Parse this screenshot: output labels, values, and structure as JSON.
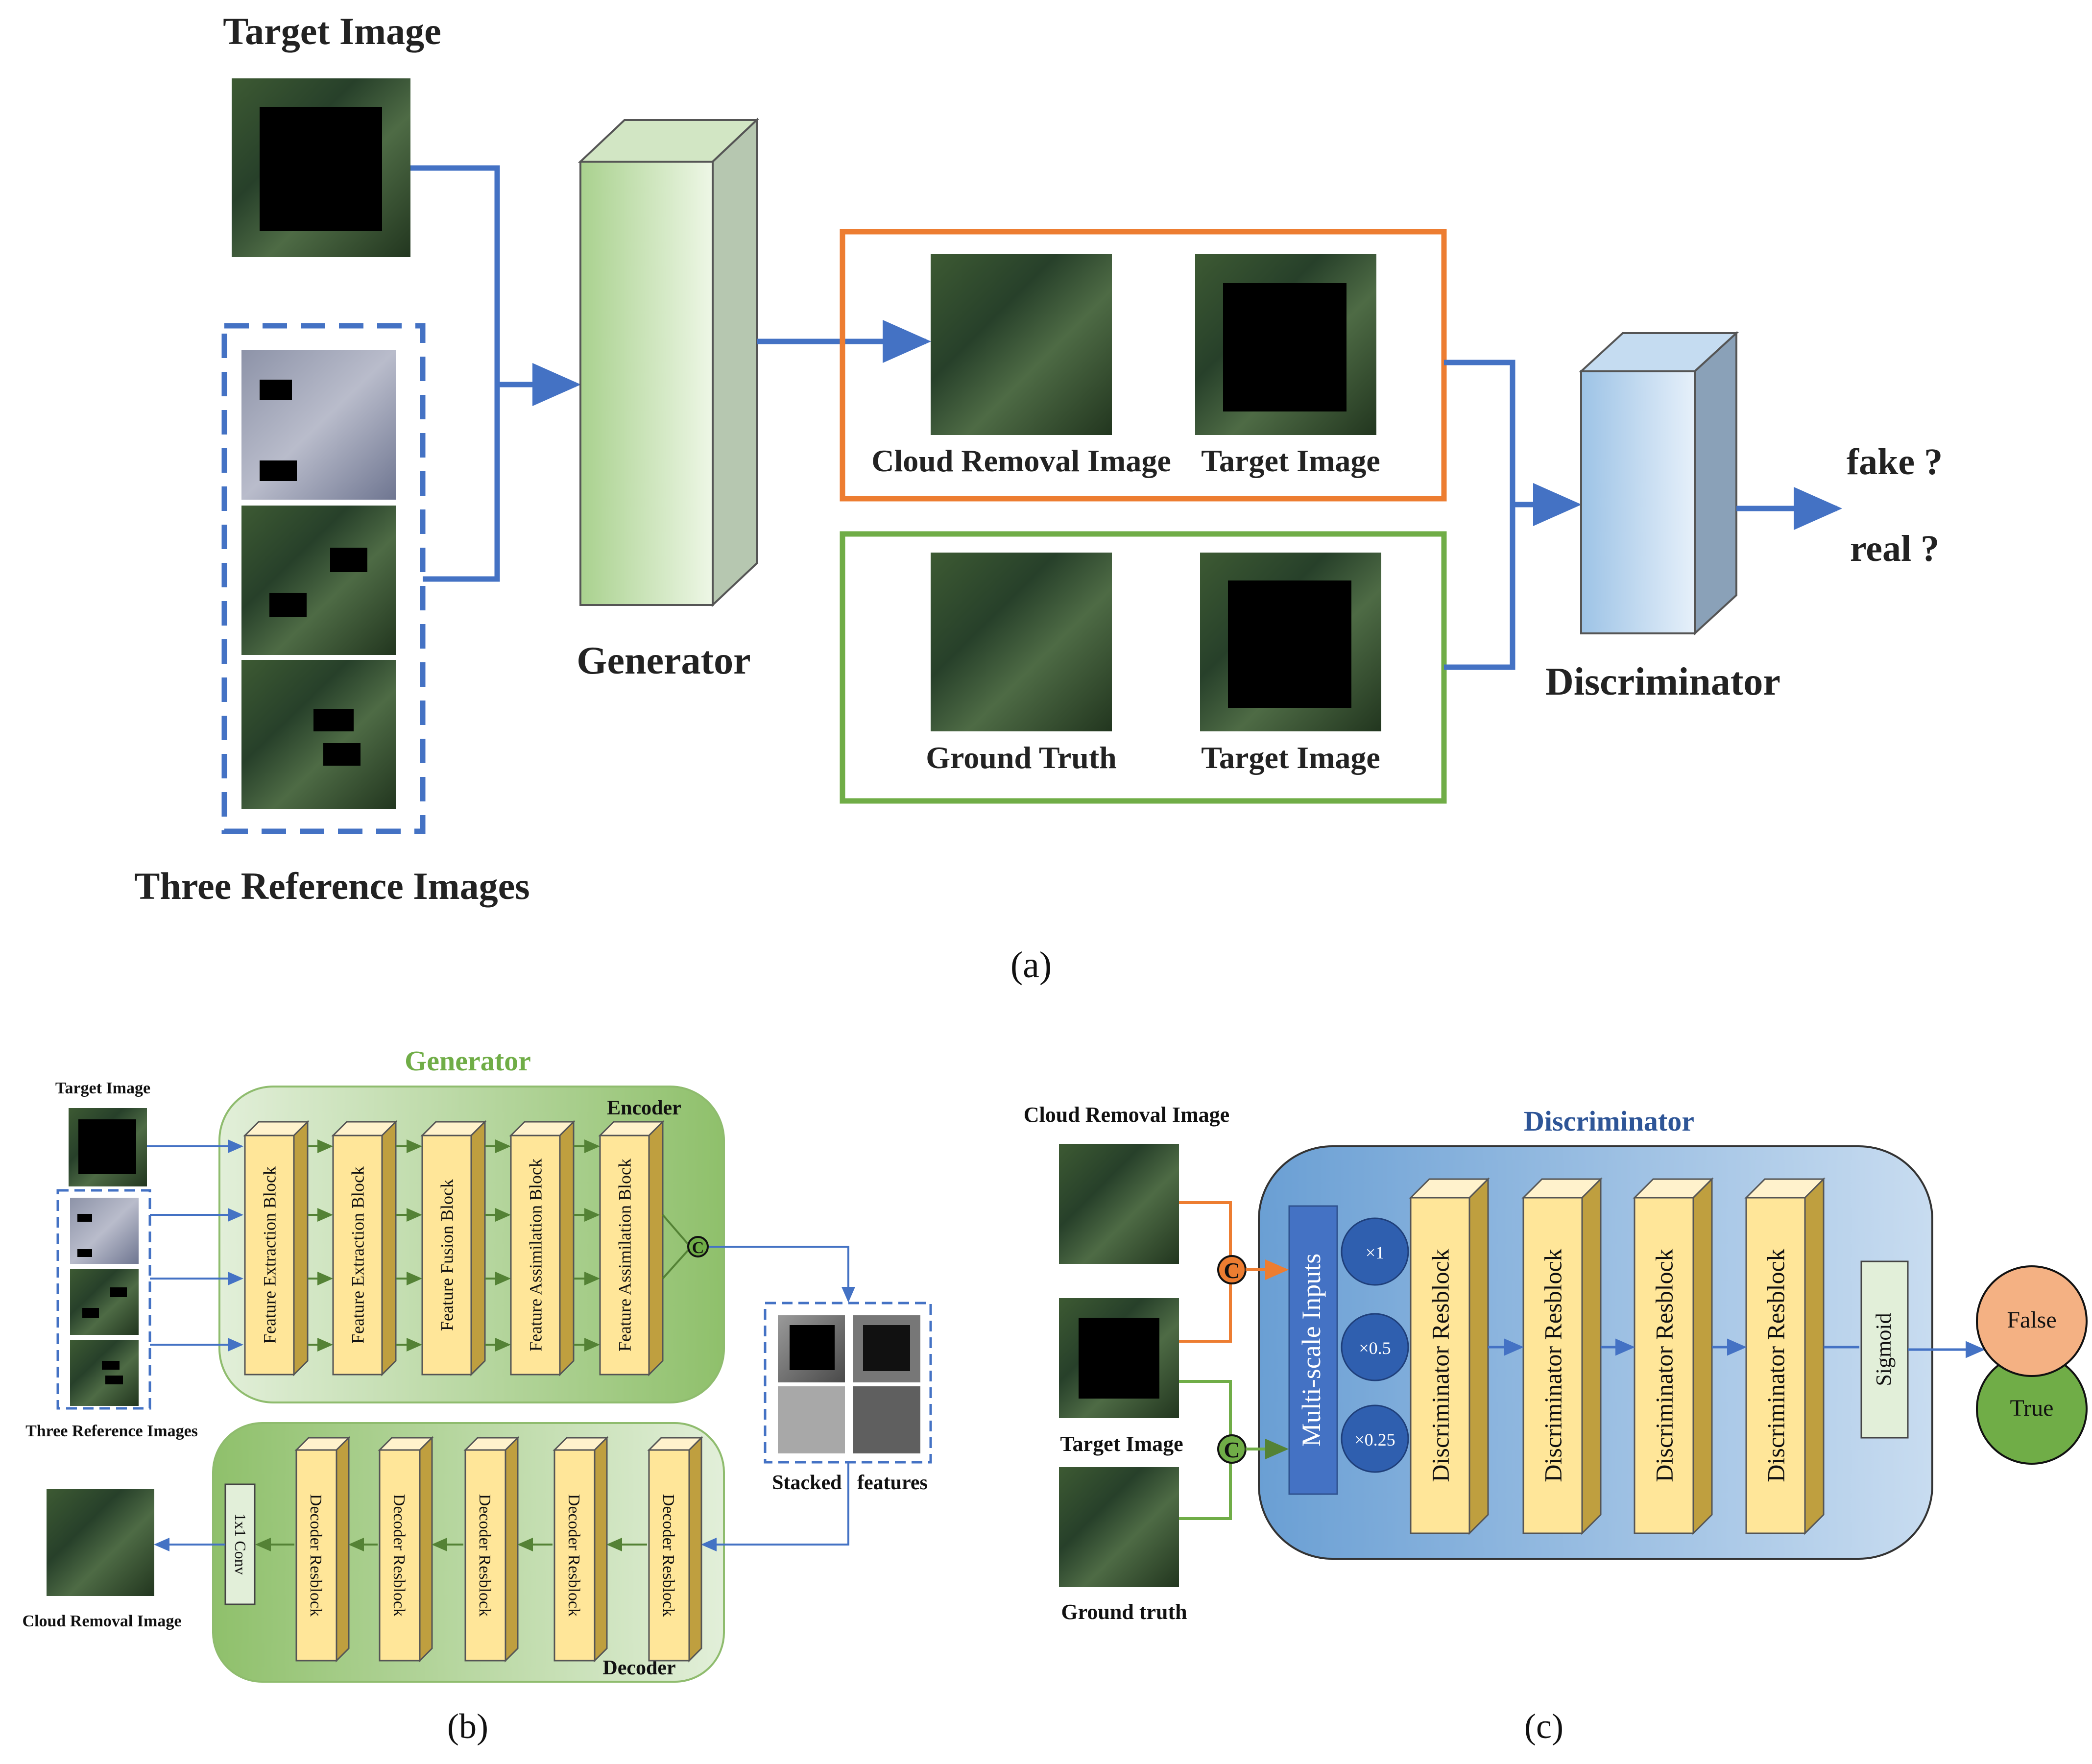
{
  "panel_a": {
    "target_image_title": "Target Image",
    "reference_images_title": "Three Reference Images",
    "generator_label": "Generator",
    "discriminator_label": "Discriminator",
    "cloud_removal_caption": "Cloud Removal Image",
    "target_caption_fake": "Target Image",
    "ground_truth_caption": "Ground Truth",
    "target_caption_real": "Target Image",
    "output_fake": "fake ?",
    "output_real": "real ?",
    "panel_label": "(a)"
  },
  "panel_b": {
    "title": "Generator",
    "encoder_label": "Encoder",
    "decoder_label": "Decoder",
    "target_image_label": "Target Image",
    "reference_label": "Three Reference Images",
    "encoder_blocks": [
      "Feature Extraction Block",
      "Feature Extraction Block",
      "Feature  Fusion  Block",
      "Feature Assimilation Block",
      "Feature Assimilation Block"
    ],
    "concat_symbol": "C",
    "stacked_label": "Stacked   features",
    "decoder_blocks": [
      "Decoder Resblock",
      "Decoder Resblock",
      "Decoder Resblock",
      "Decoder Resblock",
      "Decoder Resblock"
    ],
    "conv_label": "1x1 Conv",
    "output_label": "Cloud Removal Image",
    "panel_label": "(b)"
  },
  "panel_c": {
    "title": "Discriminator",
    "cloud_removal_label": "Cloud Removal Image",
    "target_label": "Target Image",
    "ground_truth_label": "Ground truth",
    "concat_symbol": "C",
    "multiscale_label": "Multi-scale Inputs",
    "scales": [
      "×1",
      "×0.5",
      "×0.25"
    ],
    "resblocks": [
      "Discriminator Resblock",
      "Discriminator Resblock",
      "Discriminator Resblock",
      "Discriminator Resblock"
    ],
    "sigmoid_label": "Sigmoid",
    "false_label": "False",
    "true_label": "True",
    "panel_label": "(c)"
  },
  "colors": {
    "arrow_blue": "#4472c4",
    "orange": "#ed7d31",
    "green": "#70ad47",
    "block_yellow": "#ffe699",
    "generator_green": "#a9d18e",
    "discriminator_blue": "#9dc3e6",
    "false_salmon": "#f4b183",
    "true_green": "#70ad47"
  }
}
